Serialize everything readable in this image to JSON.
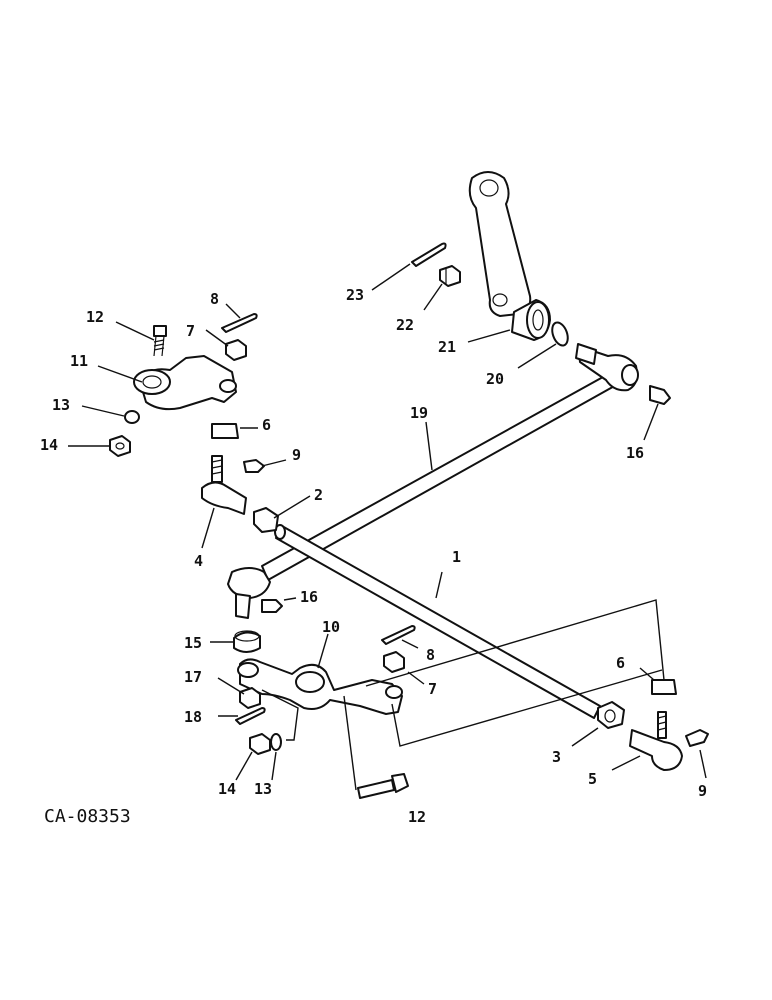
{
  "diagram": {
    "drawing_code": "CA-08353",
    "callouts": [
      "1",
      "2",
      "3",
      "4",
      "5",
      "6",
      "6",
      "7",
      "7",
      "8",
      "8",
      "9",
      "9",
      "10",
      "11",
      "12",
      "12",
      "13",
      "13",
      "14",
      "14",
      "15",
      "16",
      "16",
      "17",
      "18",
      "19",
      "20",
      "21",
      "22",
      "23"
    ]
  }
}
